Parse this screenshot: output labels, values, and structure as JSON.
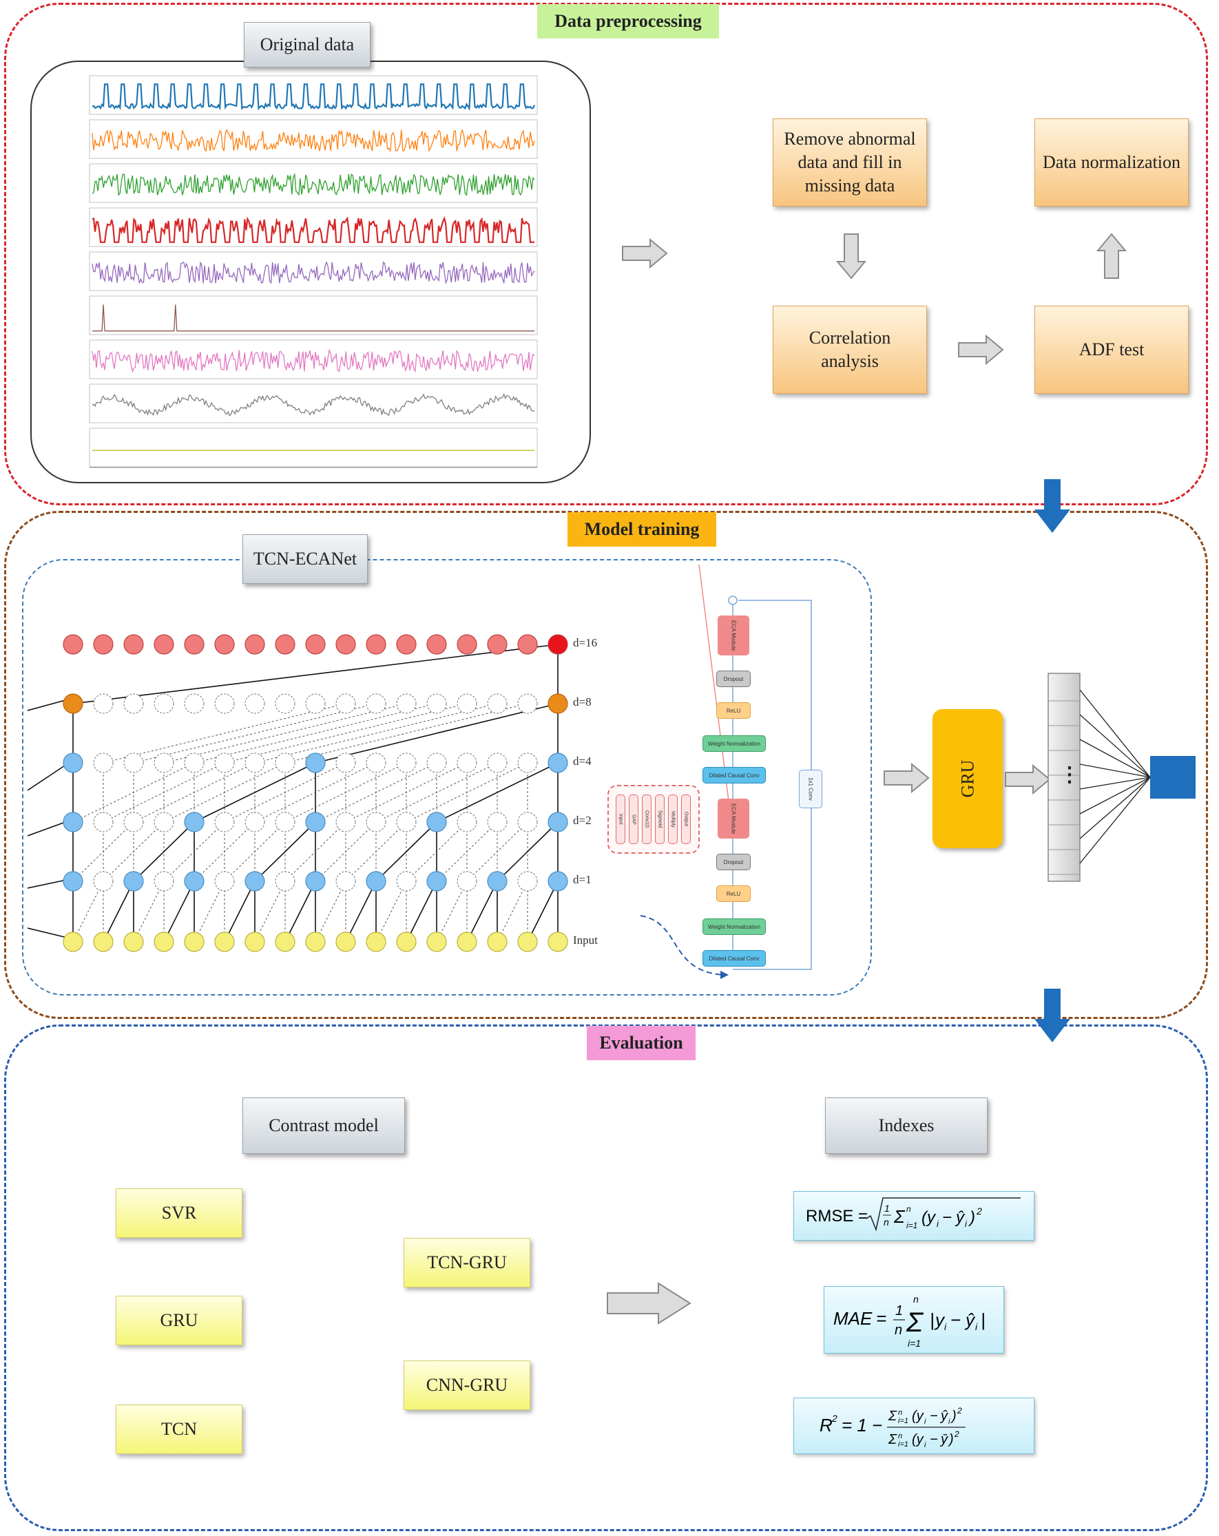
{
  "sections": {
    "preprocessing": "Data preprocessing",
    "training": "Model training",
    "evaluation": "Evaluation"
  },
  "preprocessing": {
    "original_data": "Original data",
    "remove_abnormal": "Remove abnormal data and fill in missing data",
    "correlation": "Correlation analysis",
    "adf": "ADF test",
    "normalization": "Data normalization"
  },
  "training": {
    "tcn_ecanet": "TCN-ECANet",
    "dilation_labels": [
      "d=16",
      "d=8",
      "d=4",
      "d=2",
      "d=1",
      "Input"
    ],
    "gru": "GRU",
    "ellipsis": "⋮"
  },
  "block": {
    "eca_module": "ECA Module",
    "dropout": "Dropout",
    "relu": "ReLU",
    "weight_norm": "Weight Normalization",
    "dilated_conv": "Dilated Causal Conv",
    "conv_1x1": "1x1 Conv",
    "eca_inner": [
      "Input",
      "GAP",
      "Conv1D",
      "Sigmoid",
      "Multiply",
      "Output"
    ]
  },
  "evaluation": {
    "contrast_model": "Contrast model",
    "indexes": "Indexes",
    "models": [
      "SVR",
      "GRU",
      "TCN",
      "TCN-GRU",
      "CNN-GRU"
    ]
  },
  "colors": {
    "preprocessing_border": "#d9242a",
    "training_border": "#8b4b1c",
    "evaluation_border": "#2a5db0",
    "tag_green": "#c8f29a",
    "tag_orange": "#fbb513",
    "tag_pink": "#f49ad7",
    "node_red": "#f07b7b",
    "node_orange": "#e98b1b",
    "node_blue": "#7fc0f0",
    "node_yellow": "#f5ef7a",
    "arrow_blue": "#1f6fbd"
  }
}
